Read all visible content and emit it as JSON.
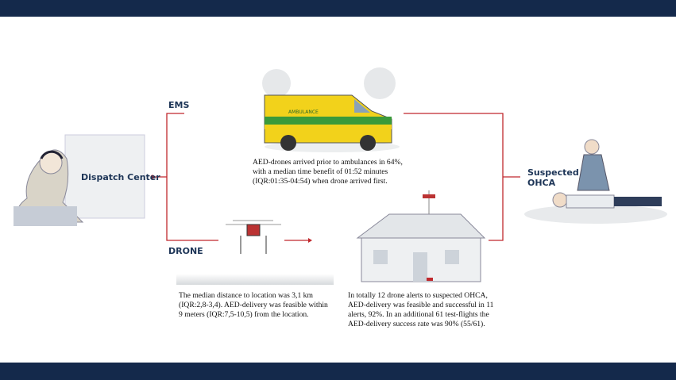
{
  "labels": {
    "dispatch": "Dispatch Center",
    "ems": "EMS",
    "drone": "DRONE",
    "ohca_line1": "Suspected",
    "ohca_line2": "OHCA",
    "ambulance_text": "AMBULANCE"
  },
  "texts": {
    "ems_result": [
      "AED-drones arrived prior to ambulances in 64%,",
      "with a median time benefit of 01:52 minutes",
      "(IQR:01:35-04:54) when drone arrived first."
    ],
    "drone_distance": [
      "The median distance to location was 3,1 km",
      "(IQR:2,8-3,4). AED-delivery was feasible within",
      "9 meters (IQR:7,5-10,5) from the location."
    ],
    "delivery_result": [
      "In totally 12 drone alerts to suspected OHCA,",
      "AED-delivery was feasible and successful in 11",
      "alerts, 92%. In an additional 61 test-flights the",
      "AED-delivery success rate was 90% (55/61)."
    ]
  },
  "colors": {
    "bar": "#14294b",
    "line": "#c0282d",
    "label": "#1d3557",
    "ambulance": "#f2d21b",
    "ambulance_stripe": "#3a9a3a"
  }
}
